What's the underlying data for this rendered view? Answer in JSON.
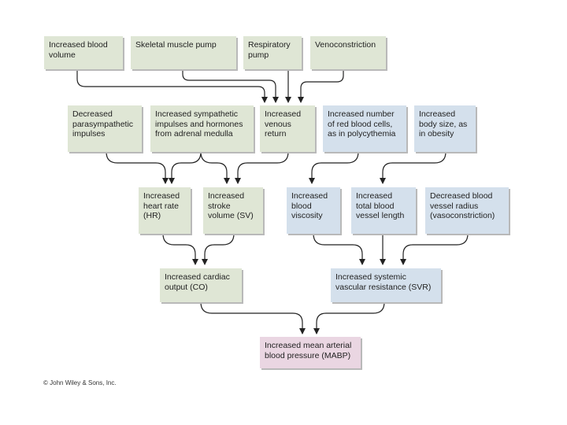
{
  "diagram": {
    "boxes": {
      "increased_blood_volume": "Increased blood\nvolume",
      "skeletal_muscle_pump": "Skeletal muscle pump",
      "respiratory_pump": "Respiratory\npump",
      "venoconstriction": "Venoconstriction",
      "decreased_parasympathetic": "Decreased\nparasympathetic\nimpulses",
      "increased_sympathetic": "Increased sympathetic\nimpulses and hormones\nfrom adrenal medulla",
      "increased_venous_return": "Increased\nvenous\nreturn",
      "increased_red_blood_cells": "Increased number\nof red blood cells,\nas in polycythemia",
      "increased_body_size": "Increased\nbody size, as\nin obesity",
      "increased_heart_rate": "Increased\nheart rate\n(HR)",
      "increased_stroke_volume": "Increased\nstroke\nvolume (SV)",
      "increased_blood_viscosity": "Increased\nblood\nviscosity",
      "increased_vessel_length": "Increased\ntotal blood\nvessel length",
      "decreased_vessel_radius": "Decreased blood\nvessel radius\n(vasoconstriction)",
      "increased_cardiac_output": "Increased cardiac\noutput (CO)",
      "increased_svr": "Increased systemic\nvascular resistance (SVR)",
      "increased_mabp": "Increased mean arterial\nblood pressure (MABP)"
    },
    "colors": {
      "cardiac_boxes": "#dfe6d5",
      "resistance_boxes": "#d4e0ec",
      "result_box": "#ead6e2",
      "arrows": "#222222"
    }
  },
  "footer": {
    "copyright": "© John Wiley & Sons, Inc."
  }
}
